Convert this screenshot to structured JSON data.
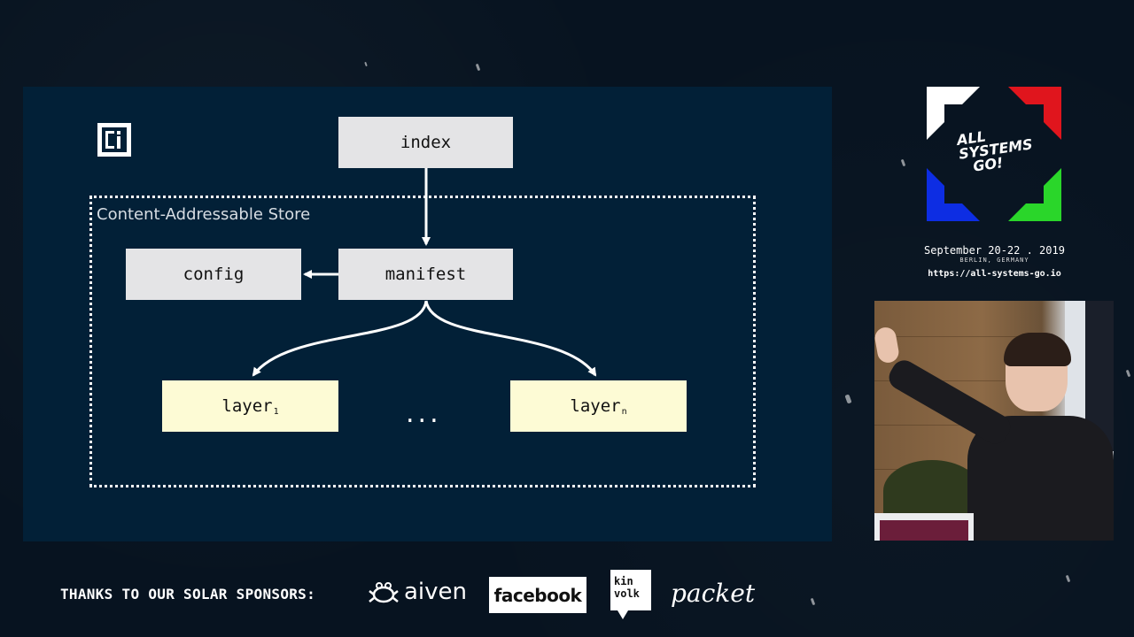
{
  "slide": {
    "store_label": "Content-Addressable Store",
    "nodes": {
      "index": "index",
      "manifest": "manifest",
      "config": "config",
      "layer1_label": "layer",
      "layer1_sub": "1",
      "layern_label": "layer",
      "layern_sub": "n",
      "ellipsis": "..."
    }
  },
  "branding": {
    "logo_lines": [
      "ALL",
      "SYSTEMS",
      "GO!"
    ],
    "date": "September 20-22 . 2019",
    "location": "BERLIN, GERMANY",
    "url": "https://all-systems-go.io"
  },
  "sponsors": {
    "label": "THANKS TO OUR SOLAR SPONSORS:",
    "aiven": "aiven",
    "facebook": "facebook",
    "kinvolk_line1": "kin",
    "kinvolk_line2": "volk",
    "packet": "packet"
  },
  "colors": {
    "slide_bg": "#022037",
    "grey_box": "#e4e4e6",
    "yellow_box": "#fdfbd5",
    "logo_white": "#ffffff",
    "logo_red": "#e0151d",
    "logo_blue": "#0d2de3",
    "logo_green": "#2ad62a"
  }
}
